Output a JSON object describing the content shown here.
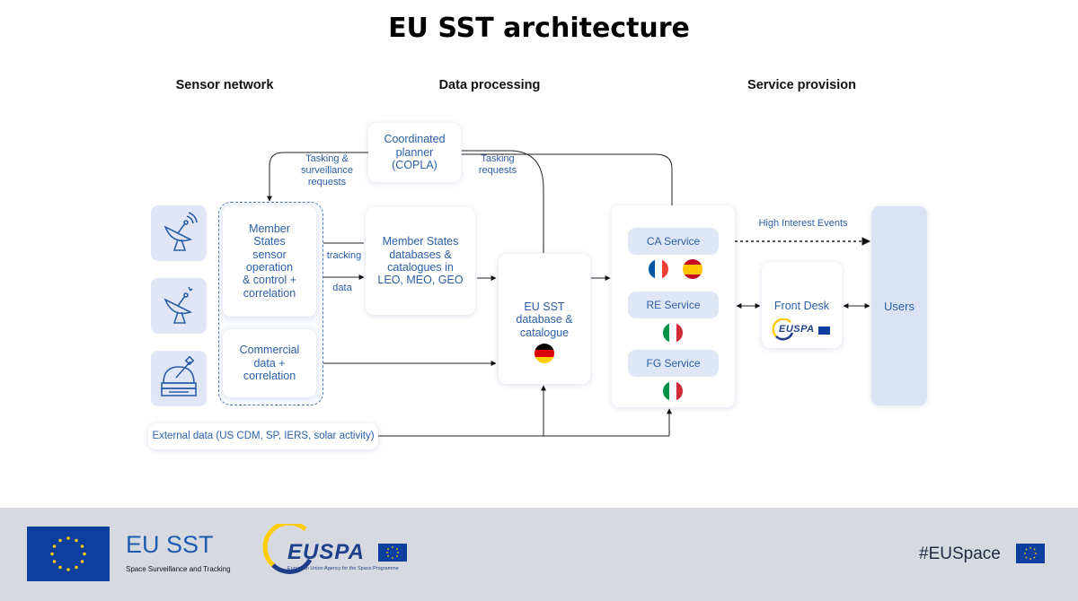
{
  "title": "EU SST architecture",
  "columns": {
    "sensor": "Sensor network",
    "processing": "Data processing",
    "service": "Service provision"
  },
  "sensor_icons": [
    "radar-dish-icon",
    "antenna-dish-icon",
    "observatory-telescope-icon"
  ],
  "boxes": {
    "ms_sensor": "Member\nStates\nsensor\noperation\n& control +\ncorrelation",
    "commercial": "Commercial\ndata +\ncorrelation",
    "copla": "Coordinated\nplanner\n(COPLA)",
    "ms_db": "Member States\ndatabases &\ncatalogues in\nLEO, MEO, GEO",
    "eusst_db": "EU SST\ndatabase &\ncatalogue",
    "front_desk": "Front Desk",
    "users": "Users",
    "external": "External data (US CDM, SP, IERS, solar activity)"
  },
  "services": [
    {
      "label": "CA Service",
      "flags": [
        "France",
        "Spain"
      ]
    },
    {
      "label": "RE Service",
      "flags": [
        "Italy"
      ]
    },
    {
      "label": "FG Service",
      "flags": [
        "Italy"
      ]
    }
  ],
  "db_flag": "Germany",
  "annotations": {
    "tasking_left": "Tasking &\nsurveillance\nrequests",
    "tasking_right": "Tasking\nrequests",
    "tracking": "tracking",
    "data": "data",
    "hie": "High Interest Events"
  },
  "logos": {
    "euspa_word": "EUSPA",
    "eusst_title": "EU SST",
    "eusst_subtitle": "Space Surveillance and Tracking",
    "euspa_subtitle": "European Union Agency for the Space Programme"
  },
  "footer": {
    "hashtag": "#EUSpace"
  },
  "colors": {
    "accent": "#2a5fa6",
    "box_fill": "#ffffff",
    "pill_fill": "#dfe6f5",
    "users_fill": "#dbe2f4",
    "footer_bg": "#d6dae0",
    "eu_blue": "#0f3f9e",
    "eu_gold": "#ffcc00"
  }
}
